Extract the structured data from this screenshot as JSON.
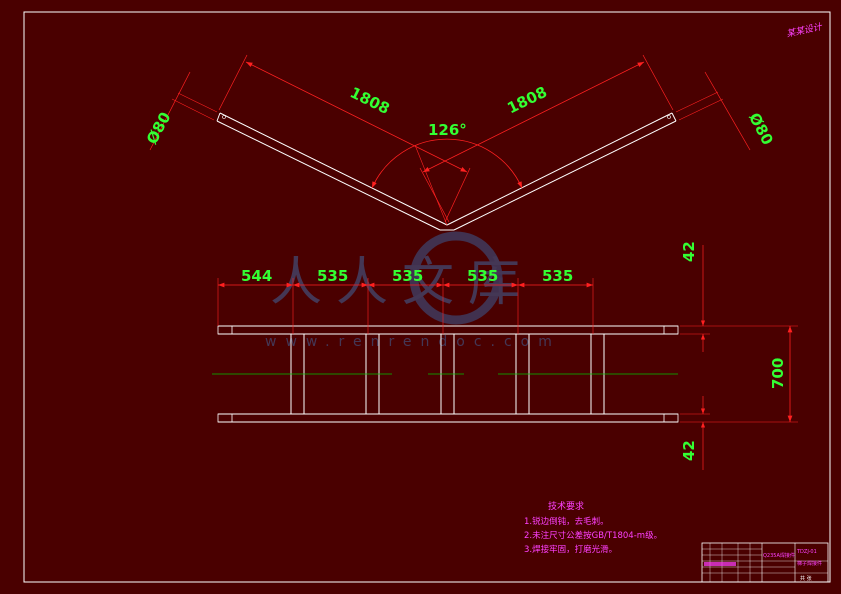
{
  "corner_note": "某某设计",
  "top_view": {
    "length_left": "1808",
    "length_right": "1808",
    "angle": "126°",
    "width_left": "Ø80",
    "width_right": "Ø80"
  },
  "bottom_view": {
    "spacings": [
      "544",
      "535",
      "535",
      "535",
      "535"
    ],
    "top_offset": "42",
    "height": "700",
    "bottom_offset": "42"
  },
  "watermark": {
    "text": "人人文库",
    "url": "www.renrendoc.com"
  },
  "tech_requirements": {
    "title": "技术要求",
    "lines": [
      "1.锐边倒钝，去毛刺。",
      "2.未注尺寸公差按GB/T1804-m级。",
      "3.焊接牢固，打磨光滑。"
    ]
  },
  "title_block": {
    "material": "Q235A焊接件",
    "drawing_name": "梯子焊接件",
    "drawing_no": "TDZJ-01",
    "sheet": "共 张"
  },
  "colors": {
    "background": "#4a0000",
    "line": "#ffffff",
    "dimension": "#ff2020",
    "dim_text": "#33ff33",
    "center": "#00c000",
    "note": "#ff40ff"
  }
}
